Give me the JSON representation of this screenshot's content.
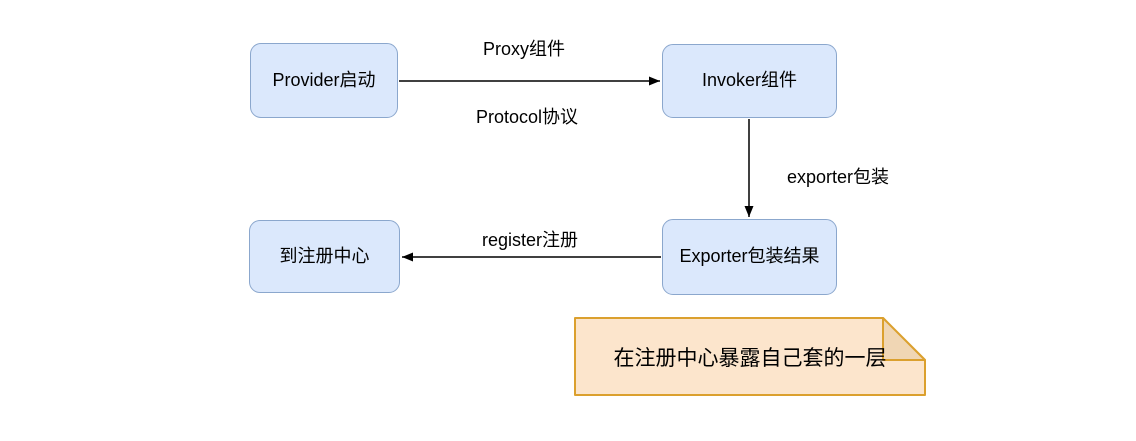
{
  "nodes": {
    "provider": {
      "label": "Provider启动"
    },
    "invoker": {
      "label": "Invoker组件"
    },
    "exporter": {
      "label": "Exporter包装结果"
    },
    "registry": {
      "label": "到注册中心"
    }
  },
  "edges": {
    "provider_to_invoker": {
      "label_top": "Proxy组件",
      "label_bottom": "Protocol协议"
    },
    "invoker_to_exporter": {
      "label": "exporter包装"
    },
    "exporter_to_registry": {
      "label": "register注册"
    }
  },
  "note": {
    "text": "在注册中心暴露自己套的一层"
  },
  "colors": {
    "canvas_bg": "#ffffff",
    "node_fill": "#dbe8fc",
    "node_border": "#8ba7cd",
    "note_fill": "#fce5cc",
    "note_fold": "#f0d6b4",
    "note_border": "#dba02e",
    "arrow": "#000000"
  }
}
